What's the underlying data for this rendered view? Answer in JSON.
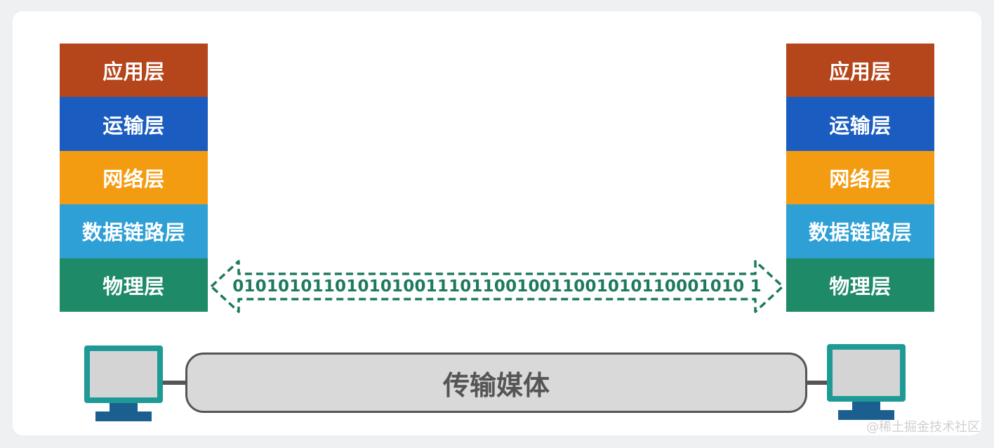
{
  "left_stack": {
    "layers": [
      "应用层",
      "运输层",
      "网络层",
      "数据链路层",
      "物理层"
    ]
  },
  "right_stack": {
    "layers": [
      "应用层",
      "运输层",
      "网络层",
      "数据链路层",
      "物理层"
    ]
  },
  "bitstream": "010101011010101001110110010011001010110001010 1",
  "medium": {
    "label": "传输媒体"
  },
  "colors": {
    "application": "#b5451b",
    "transport": "#1a5cbf",
    "network": "#f39c12",
    "datalink": "#2ea0d6",
    "physical": "#1e8a68",
    "arrow": "#1e7a5e",
    "computer_frame": "#1e9a96",
    "computer_base": "#1b5f91"
  },
  "watermark": "@稀土掘金技术社区"
}
